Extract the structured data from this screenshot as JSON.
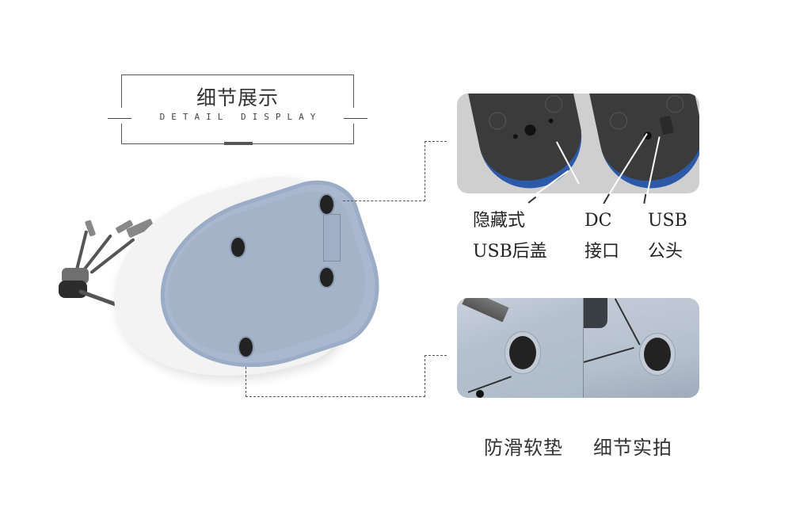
{
  "header": {
    "title_cn": "细节展示",
    "title_en": "DETAIL DISPLAY"
  },
  "product": {
    "description": "white and blue-gray device underside with four rubber feet and USB multi-cable",
    "colors": {
      "shell": "#f3f3f3",
      "base_plate": "#a9b8ce",
      "feet": "#222222",
      "cable": "#555555"
    }
  },
  "detail_top": {
    "panel_color": "#cfcfcf",
    "callouts": [
      {
        "line1": "隐藏式",
        "line2": "USB后盖"
      },
      {
        "line1": "DC",
        "line2": "接口"
      },
      {
        "line1": "USB",
        "line2": "公头"
      }
    ]
  },
  "detail_bottom": {
    "panel_color": "#b4c0cd",
    "captions": [
      "防滑软垫",
      "细节实拍"
    ]
  }
}
